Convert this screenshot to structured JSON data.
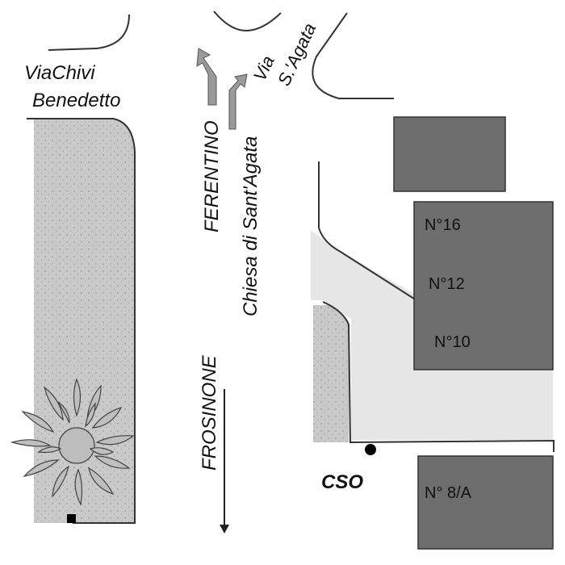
{
  "streets": {
    "via_chivi_line1": "ViaChivi",
    "via_chivi_line2": "Benedetto",
    "via_sagata_line1": "Via",
    "via_sagata_line2": "S.'Agata"
  },
  "directions": {
    "ferentino": "FERENTINO",
    "chiesa": "Chiesa di Sant'Agata",
    "frosinone": "FROSINONE"
  },
  "buildings": {
    "n16": "N°16",
    "n12": "N°12",
    "n10": "N°10",
    "n8a": "N° 8/A"
  },
  "marker": {
    "label": "CSO"
  },
  "colors": {
    "building": "#6e6e6e",
    "green_strip": "#c8c8c8",
    "paved_area": "#e6e6e6",
    "road_line": "#333333",
    "arrow": "#9a9a9a"
  }
}
